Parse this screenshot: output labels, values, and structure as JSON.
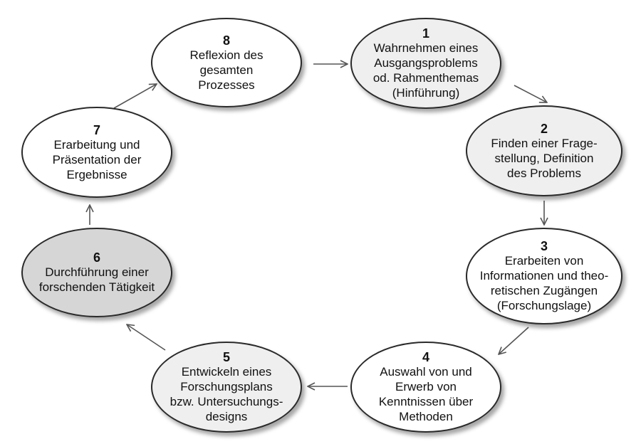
{
  "colors": {
    "white": "#ffffff",
    "light": "#efefef",
    "dark": "#d6d6d6",
    "stroke": "#2a2a2a",
    "arrow": "#555555"
  },
  "nodes": [
    {
      "id": "n1",
      "number": "1",
      "label": "Wahrnehmen eines\nAusgangsproblems\nod. Rahmenthemas\n(Hinführung)",
      "fill": "light"
    },
    {
      "id": "n2",
      "number": "2",
      "label": "Finden einer Frage-\nstellung, Definition\ndes Problems",
      "fill": "light"
    },
    {
      "id": "n3",
      "number": "3",
      "label": "Erarbeiten von\nInformationen und theo-\nretischen Zugängen\n(Forschungslage)",
      "fill": "white"
    },
    {
      "id": "n4",
      "number": "4",
      "label": "Auswahl von und\nErwerb von\nKenntnissen über\nMethoden",
      "fill": "white"
    },
    {
      "id": "n5",
      "number": "5",
      "label": "Entwickeln eines\nForschungsplans\nbzw. Untersuchungs-\ndesigns",
      "fill": "light"
    },
    {
      "id": "n6",
      "number": "6",
      "label": "Durchführung einer\nforschenden Tätigkeit",
      "fill": "dark"
    },
    {
      "id": "n7",
      "number": "7",
      "label": "Erarbeitung und\nPräsentation der\nErgebnisse",
      "fill": "white"
    },
    {
      "id": "n8",
      "number": "8",
      "label": "Reflexion des\ngesamten\nProzesses",
      "fill": "white"
    }
  ],
  "edges": [
    {
      "from": "n1",
      "to": "n2"
    },
    {
      "from": "n2",
      "to": "n3"
    },
    {
      "from": "n3",
      "to": "n4"
    },
    {
      "from": "n4",
      "to": "n5"
    },
    {
      "from": "n5",
      "to": "n6"
    },
    {
      "from": "n6",
      "to": "n7"
    },
    {
      "from": "n7",
      "to": "n8"
    },
    {
      "from": "n8",
      "to": "n1"
    }
  ]
}
